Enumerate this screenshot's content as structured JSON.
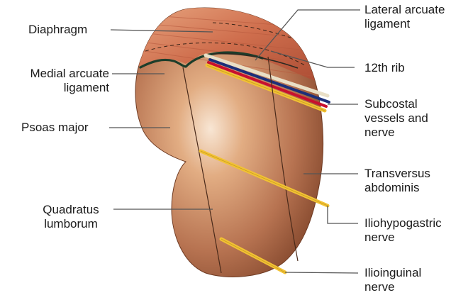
{
  "labels": {
    "diaphragm": "Diaphragm",
    "medial_arcuate_1": "Medial arcuate",
    "medial_arcuate_2": "ligament",
    "psoas_major": "Psoas major",
    "quadratus_1": "Quadratus",
    "quadratus_2": "lumborum",
    "lateral_arcuate_1": "Lateral arcuate",
    "lateral_arcuate_2": "ligament",
    "rib_12": "12th rib",
    "subcostal_1": "Subcostal",
    "subcostal_2": "vessels and",
    "subcostal_3": "nerve",
    "transversus_1": "Transversus",
    "transversus_2": "abdominis",
    "iliohypogastric_1": "Iliohypogastric",
    "iliohypogastric_2": "nerve",
    "ilioinguinal_1": "Ilioinguinal",
    "ilioinguinal_2": "nerve"
  },
  "colors": {
    "muscle_dark": "#9a5a3a",
    "muscle_light": "#f1d2b8",
    "diaphragm": "#c86a4c",
    "nerve": "#f2c233",
    "artery": "#c8102e",
    "vein": "#1c2f7a",
    "leader": "#555555",
    "ligament": "#1d3d2a"
  }
}
